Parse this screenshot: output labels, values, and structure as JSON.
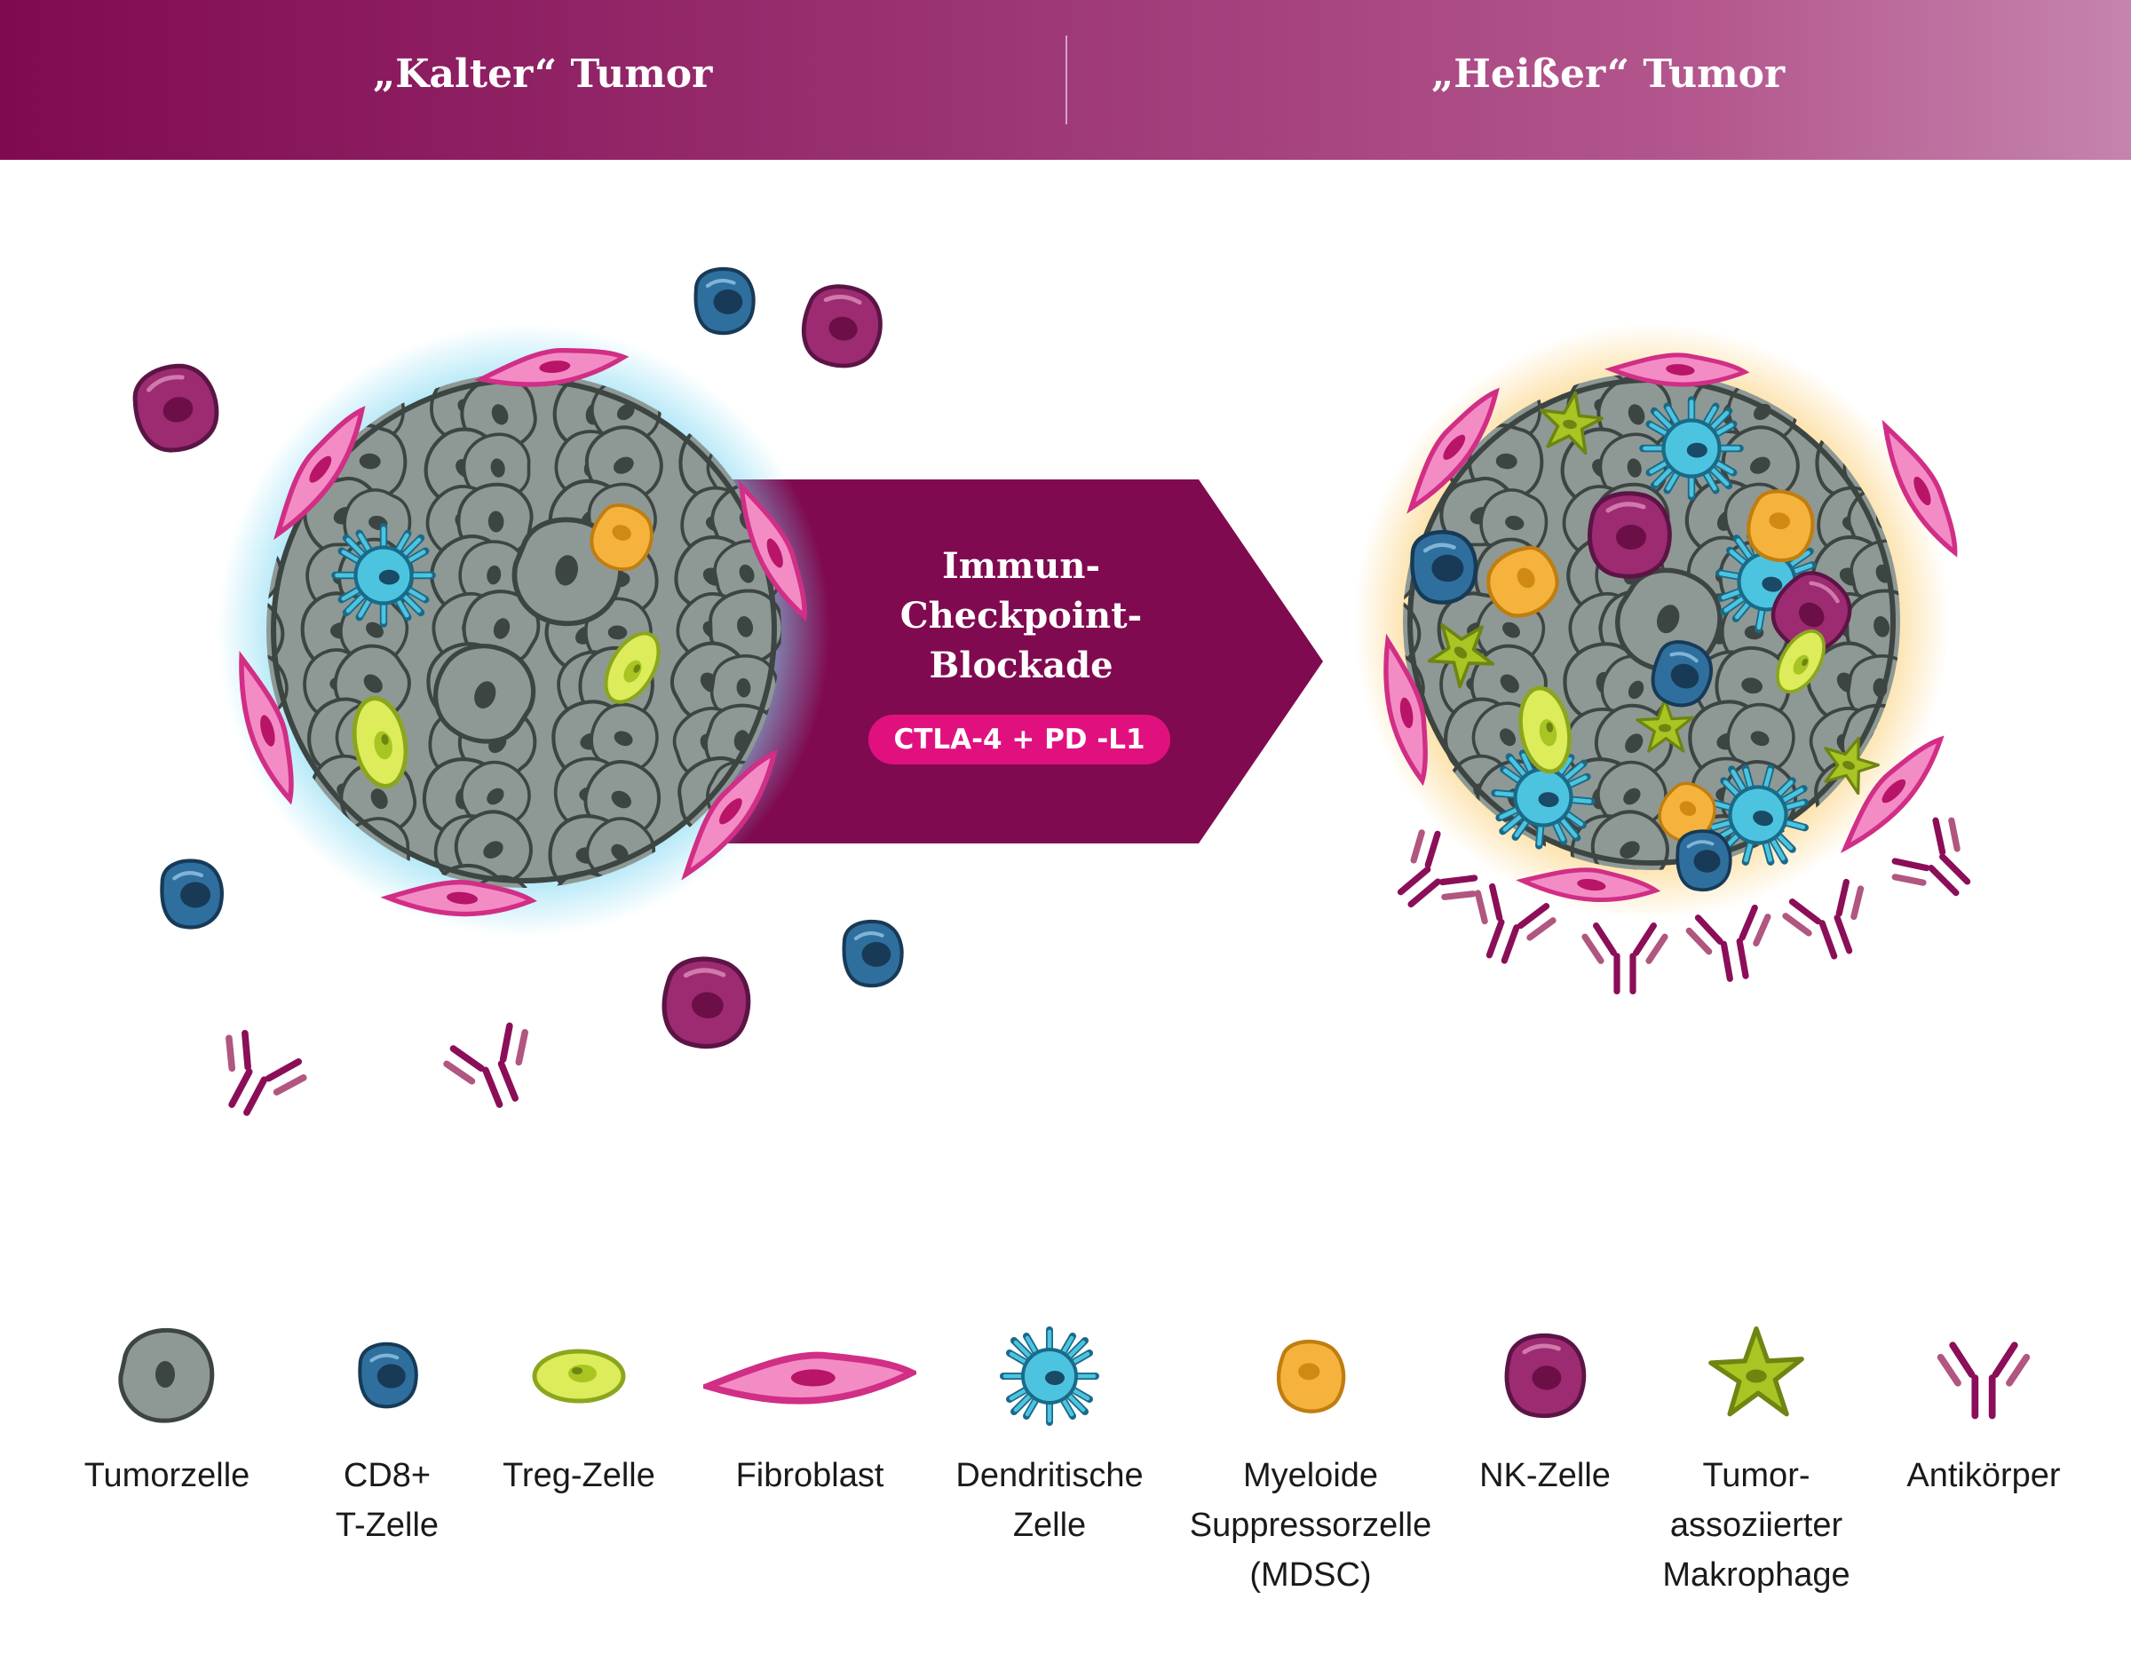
{
  "header": {
    "left_title": "„Kalter“ Tumor",
    "right_title": "„Heißer“ Tumor"
  },
  "arrow": {
    "lines": [
      "Immun-",
      "Checkpoint-",
      "Blockade"
    ],
    "pill": "CTLA-4 + PD -L1"
  },
  "legend": [
    {
      "label": "Tumorzelle",
      "icon": "tumor-cell-icon"
    },
    {
      "label": "CD8+\nT-Zelle",
      "icon": "cd8-t-cell-icon"
    },
    {
      "label": "Treg-Zelle",
      "icon": "treg-cell-icon"
    },
    {
      "label": "Fibroblast",
      "icon": "fibroblast-icon"
    },
    {
      "label": "Dendritische\nZelle",
      "icon": "dendritic-cell-icon"
    },
    {
      "label": "Myeloide\nSuppressorzelle\n(MDSC)",
      "icon": "mdsc-icon"
    },
    {
      "label": "NK-Zelle",
      "icon": "nk-cell-icon"
    },
    {
      "label": "Tumor-\nassoziierter\nMakrophage",
      "icon": "macrophage-icon"
    },
    {
      "label": "Antikörper",
      "icon": "antibody-icon"
    }
  ],
  "colors": {
    "header_start": "#800a50",
    "header_end": "#c584ad",
    "arrow": "#800a50",
    "pill": "#e0117f",
    "tumor": "#8e9995",
    "cd8": "#2f6f9e",
    "treg": "#dcec5a",
    "fibroblast": "#f38cc5",
    "dendritic": "#4cc4e0",
    "mdsc": "#f5b33d",
    "nk": "#9c2b72",
    "macrophage": "#a8c523",
    "antibody": "#8b0e58",
    "cold_glow": "#7fd8f2",
    "hot_glow": "#fbd17a"
  }
}
